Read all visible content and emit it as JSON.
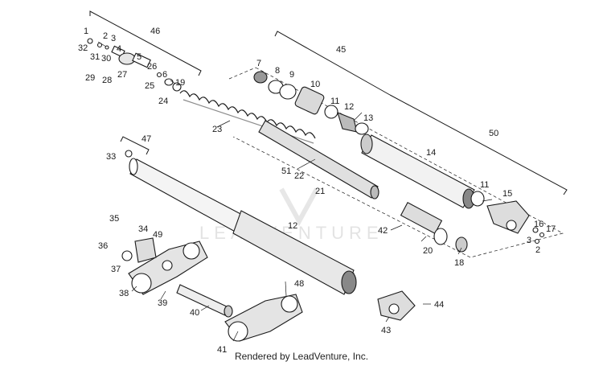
{
  "footer": "Rendered by LeadVenture, Inc.",
  "watermark": "LEADVENTURE",
  "callouts": {
    "c1": "1",
    "c2": "2",
    "c3": "3",
    "c4": "4",
    "c5": "5",
    "c6": "6",
    "c7": "7",
    "c8": "8",
    "c9": "9",
    "c10": "10",
    "c11": "11",
    "c11b": "11",
    "c12": "12",
    "c12b": "12",
    "c13": "13",
    "c14": "14",
    "c15": "15",
    "c16": "16",
    "c17": "17",
    "c18": "18",
    "c19": "19",
    "c20": "20",
    "c21": "21",
    "c22": "22",
    "c23": "23",
    "c24": "24",
    "c25": "25",
    "c26": "26",
    "c27": "27",
    "c28": "28",
    "c29": "29",
    "c30": "30",
    "c31": "31",
    "c32": "32",
    "c33": "33",
    "c34": "34",
    "c35": "35",
    "c36": "36",
    "c37": "37",
    "c38": "38",
    "c39": "39",
    "c40": "40",
    "c41": "41",
    "c42": "42",
    "c43": "43",
    "c44": "44",
    "c45": "45",
    "c46": "46",
    "c47": "47",
    "c48": "48",
    "c49": "49",
    "c50": "50",
    "c51": "51",
    "c2b": "2",
    "c3b": "3"
  }
}
